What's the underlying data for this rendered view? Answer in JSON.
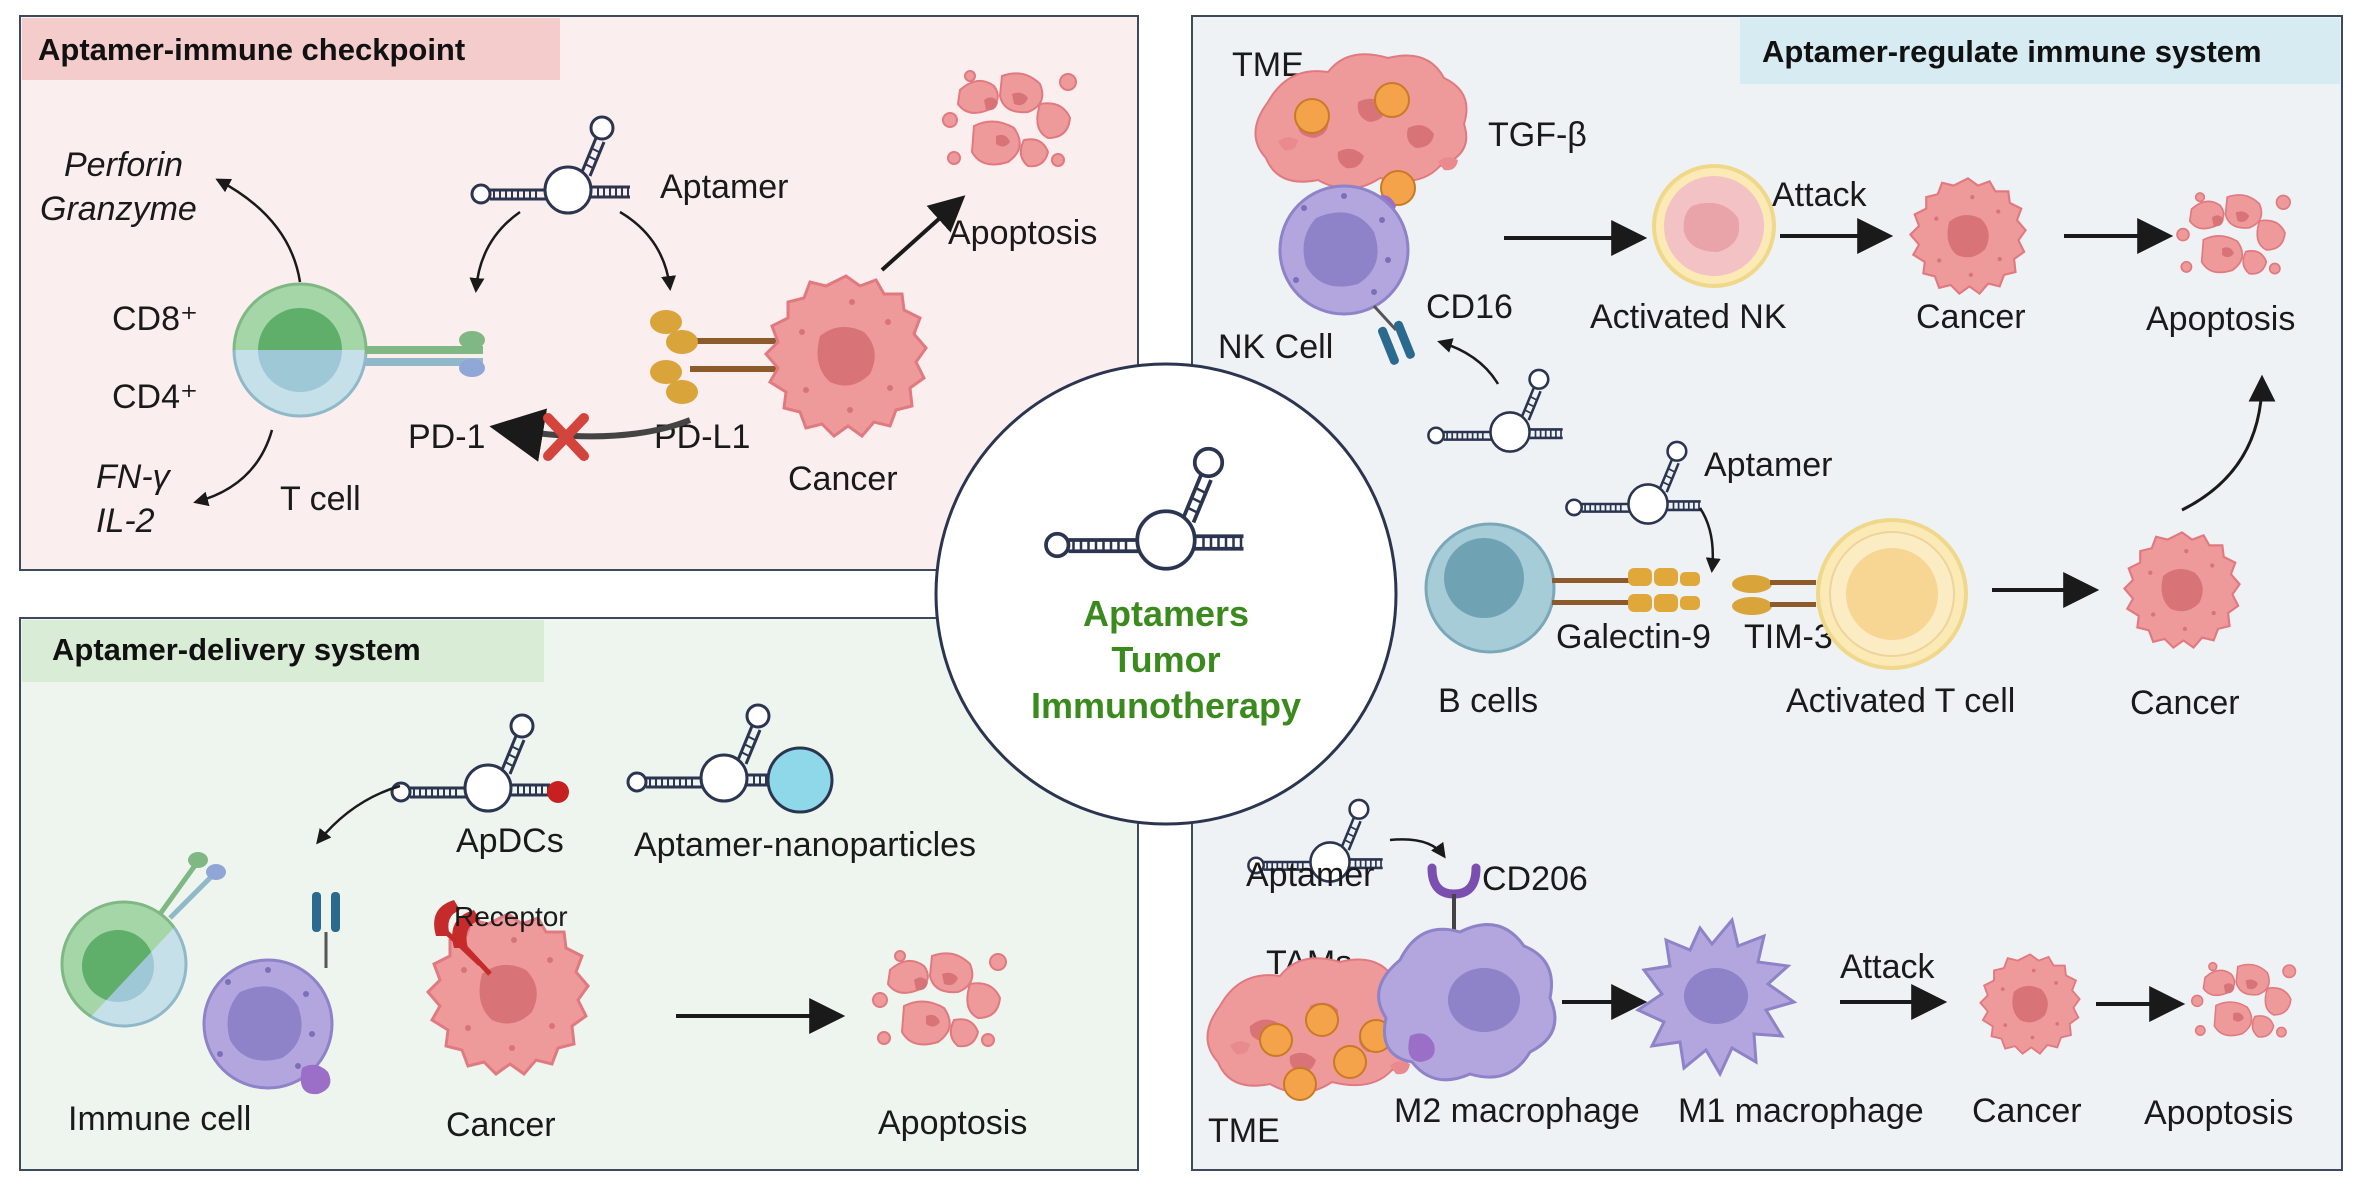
{
  "colors": {
    "center_text": "#3a8a1e",
    "panel_checkpoint_bg": "#fbeeee",
    "panel_checkpoint_header": "#f4cccc",
    "panel_delivery_bg": "#edf5ee",
    "panel_delivery_header": "#d8ecd6",
    "panel_regulate_bg": "#eef2f5",
    "panel_regulate_header": "#d7ebf3",
    "cancer": "#ef9a9a",
    "cancer_nucleus": "#d87478",
    "nk_cell": "#b3a6de",
    "nk_nucleus": "#8e82c8",
    "tcell_green": "#a4d6a7",
    "tcell_blue": "#c6e0ea",
    "activated": "#fbe9b6",
    "bcell": "#a5ccd7",
    "tgf": "#f4a34a",
    "inhibit": "#d2443c"
  },
  "icons": {
    "aptamer": "aptamer-hairpin-icon",
    "cancer": "cancer-cell-icon",
    "apoptosis": "apoptotic-fragments-icon",
    "inhibit": "red-x-icon"
  },
  "center": {
    "line1": "Aptamers",
    "line2": "Tumor",
    "line3": "Immunotherapy"
  },
  "checkpoint": {
    "title": "Aptamer-immune checkpoint",
    "perforin": "Perforin",
    "granzyme": "Granzyme",
    "cd8": "CD8⁺",
    "cd4": "CD4⁺",
    "ifn": "FN-γ",
    "il2": "IL-2",
    "tcell": "T cell",
    "pd1": "PD-1",
    "pdl1": "PD-L1",
    "aptamer": "Aptamer",
    "cancer": "Cancer",
    "apoptosis": "Apoptosis"
  },
  "delivery": {
    "title": "Aptamer-delivery system",
    "apdcs": "ApDCs",
    "nanoparticles": "Aptamer-nanoparticles",
    "receptor": "Receptor",
    "immune_cell": "Immune cell",
    "cancer": "Cancer",
    "apoptosis": "Apoptosis"
  },
  "regulate": {
    "title": "Aptamer-regulate immune system",
    "tme_top": "TME",
    "tgf": "TGF-β",
    "nk_cell": "NK Cell",
    "cd16": "CD16",
    "activated_nk": "Activated NK",
    "attack1": "Attack",
    "cancer1": "Cancer",
    "apoptosis1": "Apoptosis",
    "aptamer_mid": "Aptamer",
    "b_cells": "B cells",
    "galectin": "Galectin-9",
    "tim3": "TIM-3",
    "activated_t": "Activated T cell",
    "cancer2": "Cancer",
    "aptamer_low": "Aptamer",
    "cd206": "CD206",
    "tams": "TAMs",
    "tme_bottom": "TME",
    "m2": "M2 macrophage",
    "m1": "M1 macrophage",
    "attack2": "Attack",
    "cancer3": "Cancer",
    "apoptosis3": "Apoptosis"
  }
}
